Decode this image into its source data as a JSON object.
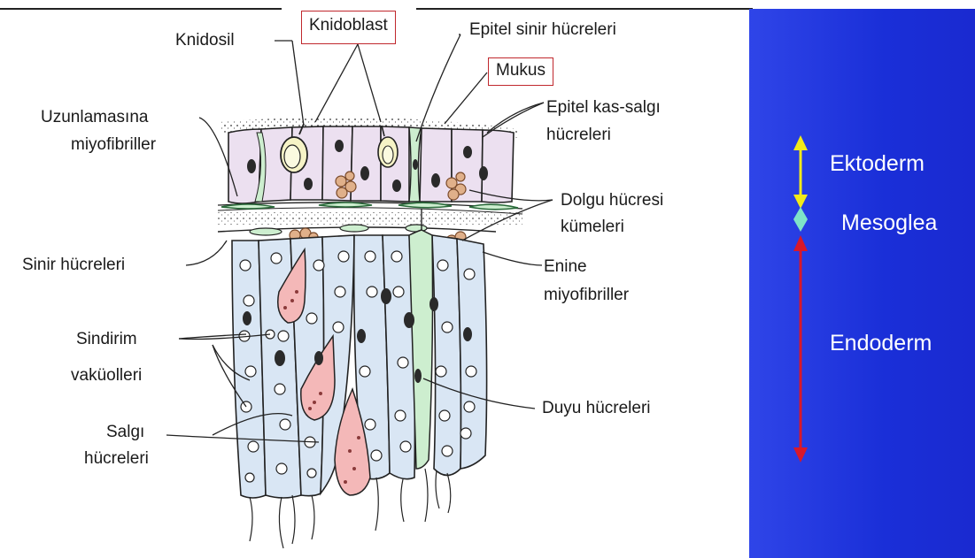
{
  "labels": {
    "knidosil": "Knidosil",
    "knidoblast": "Knidoblast",
    "epitel_sinir": "Epitel sinir hücreleri",
    "mukus": "Mukus",
    "uzunlamasina_1": "Uzunlamasına",
    "uzunlamasina_2": "miyofibriller",
    "epitel_kas_1": "Epitel kas-salgı",
    "epitel_kas_2": "hücreleri",
    "dolgu_1": "Dolgu hücresi",
    "dolgu_2": "kümeleri",
    "sinir": "Sinir hücreleri",
    "enine_1": "Enine",
    "enine_2": "miyofibriller",
    "sindirim_1": "Sindirim",
    "sindirim_2": "vaküolleri",
    "salgi_1": "Salgı",
    "salgi_2": "hücreleri",
    "duyu": "Duyu hücreleri"
  },
  "layers": {
    "ektoderm": "Ektoderm",
    "mesoglea": "Mesoglea",
    "endoderm": "Endoderm"
  },
  "colors": {
    "panel_blue": "#2238e0",
    "ektoderm_arrow": "#f2ea1a",
    "mesoglea_marker": "#7fe3c8",
    "endoderm_arrow": "#d8182a",
    "ecto_cell": "#ece0f0",
    "endo_cell": "#d9e6f4",
    "gland_cell": "#f4b8b8",
    "sensory_cell": "#cdeecf",
    "filler_cell": "#e0b08a",
    "label_box_border": "#c0282d"
  }
}
